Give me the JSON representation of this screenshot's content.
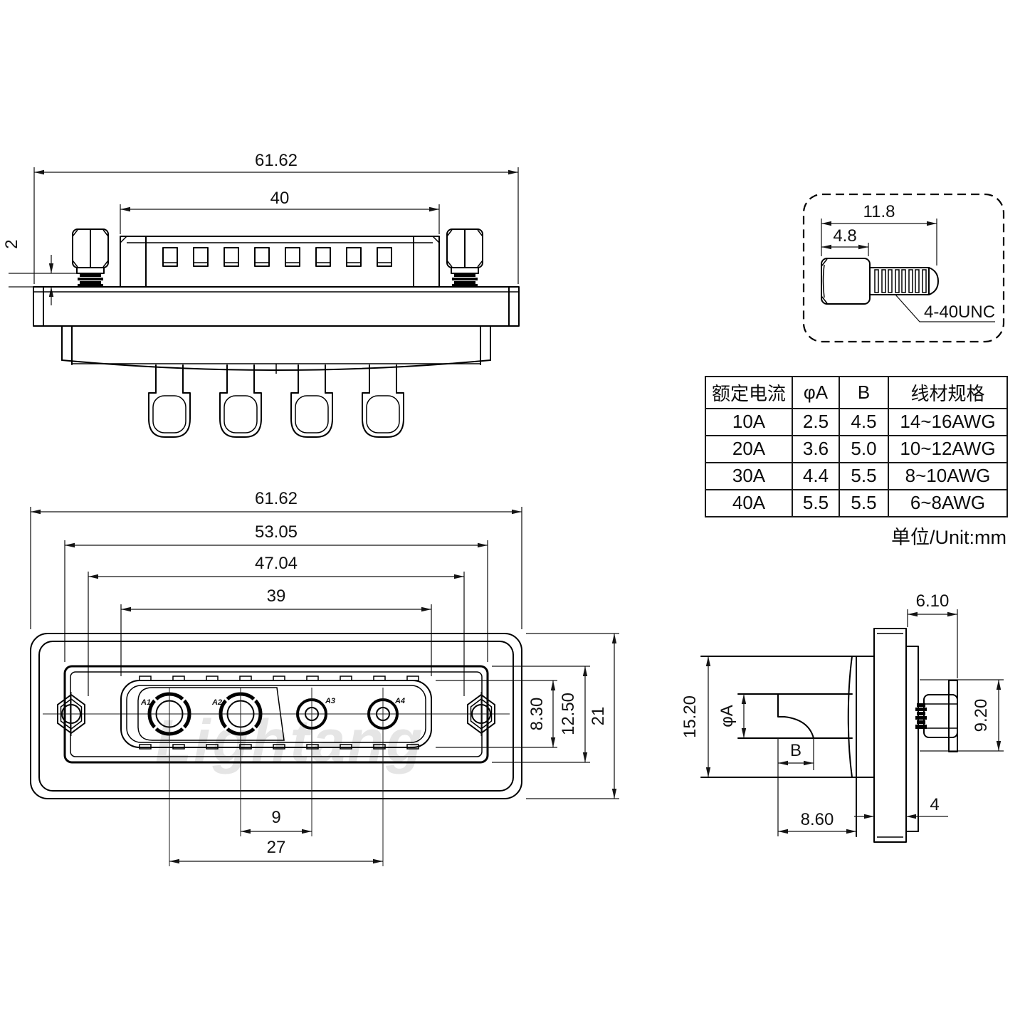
{
  "watermark": "Lightang",
  "front_view": {
    "dims": {
      "overall_width": "61.62",
      "contact_width": "40",
      "standoff_gap": "2"
    }
  },
  "screw_detail": {
    "dims": {
      "length": "11.8",
      "head": "4.8"
    },
    "thread": "4-40UNC"
  },
  "spec_table": {
    "headers": [
      "额定电流",
      "φA",
      "B",
      "线材规格"
    ],
    "rows": [
      [
        "10A",
        "2.5",
        "4.5",
        "14~16AWG"
      ],
      [
        "20A",
        "3.6",
        "5.0",
        "10~12AWG"
      ],
      [
        "30A",
        "4.4",
        "5.5",
        "8~10AWG"
      ],
      [
        "40A",
        "5.5",
        "5.5",
        "6~8AWG"
      ]
    ],
    "unit_note": "单位/Unit:mm"
  },
  "face_view": {
    "dims": {
      "overall_width": "61.62",
      "flange_width": "53.05",
      "screw_spacing": "47.04",
      "shroud_width": "39",
      "shroud_height": "8.30",
      "flange_height": "12.50",
      "overall_height": "21",
      "pitch_inner": "9",
      "pitch_outer": "27"
    },
    "contacts": [
      "A1",
      "A2",
      "A3",
      "A4"
    ]
  },
  "side_view": {
    "dims": {
      "rear_length": "6.10",
      "height": "15.20",
      "pin_diameter": "φA",
      "tail": "B",
      "screw_height": "9.20",
      "depth": "8.60",
      "flange_thickness": "4"
    }
  }
}
